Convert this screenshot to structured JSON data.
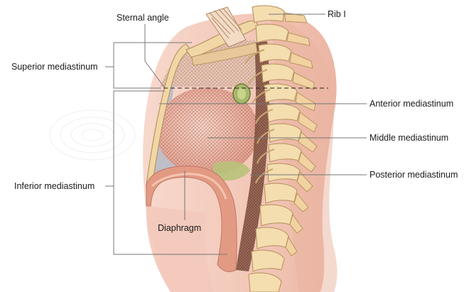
{
  "labels": {
    "sternal_angle": "Sternal angle",
    "rib_i": "Rib I",
    "superior_mediastinum": "Superior mediastinum",
    "anterior_mediastinum": "Anterior mediastinum",
    "middle_mediastinum": "Middle mediastinum",
    "posterior_mediastinum": "Posterior mediastinum",
    "inferior_mediastinum": "Inferior mediastinum",
    "diaphragm": "Diaphragm"
  },
  "colors": {
    "skin": "#f2c0b0",
    "bone": "#f4deb0",
    "heart_hatch": "#b86a5c",
    "diaphragm": "#e8a590",
    "leader_line": "#777777"
  }
}
